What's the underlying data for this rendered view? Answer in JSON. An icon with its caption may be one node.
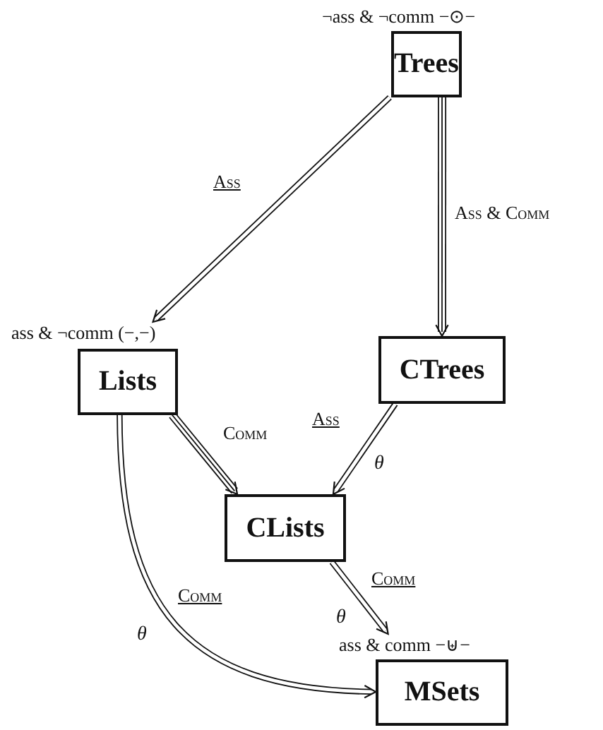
{
  "diagram": {
    "nodes": [
      {
        "text": [
          "Trees"
        ],
        "beside": [
          "¬ass & ¬comm −⊙−"
        ]
      },
      {
        "text": [
          "Lists"
        ],
        "beside": [
          "ass & ¬comm (−,−)"
        ]
      },
      {
        "text": [
          "CTrees"
        ]
      },
      {
        "text": [
          "CLists"
        ]
      },
      {
        "text": [
          "MSets"
        ],
        "beside": [
          "ass & comm −⊎−"
        ]
      }
    ],
    "edges": [
      {
        "from": 0,
        "to": 1,
        "arrow": "to",
        "label": "Ass"
      },
      {
        "from": 0,
        "to": 2,
        "arrow": "to",
        "label": "Ass & Comm"
      },
      {
        "from": 1,
        "to": 3,
        "arrow": "to",
        "label": "Comm"
      },
      {
        "from": 2,
        "to": 3,
        "arrow": "to",
        "label": "Ass"
      },
      {
        "from": 3,
        "to": 4,
        "arrow": "to",
        "label": "Comm"
      },
      {
        "from": 1,
        "to": 4,
        "arrow": "to",
        "label": "Comm"
      }
    ],
    "labels": [
      "θ",
      "θ",
      "θ"
    ]
  }
}
